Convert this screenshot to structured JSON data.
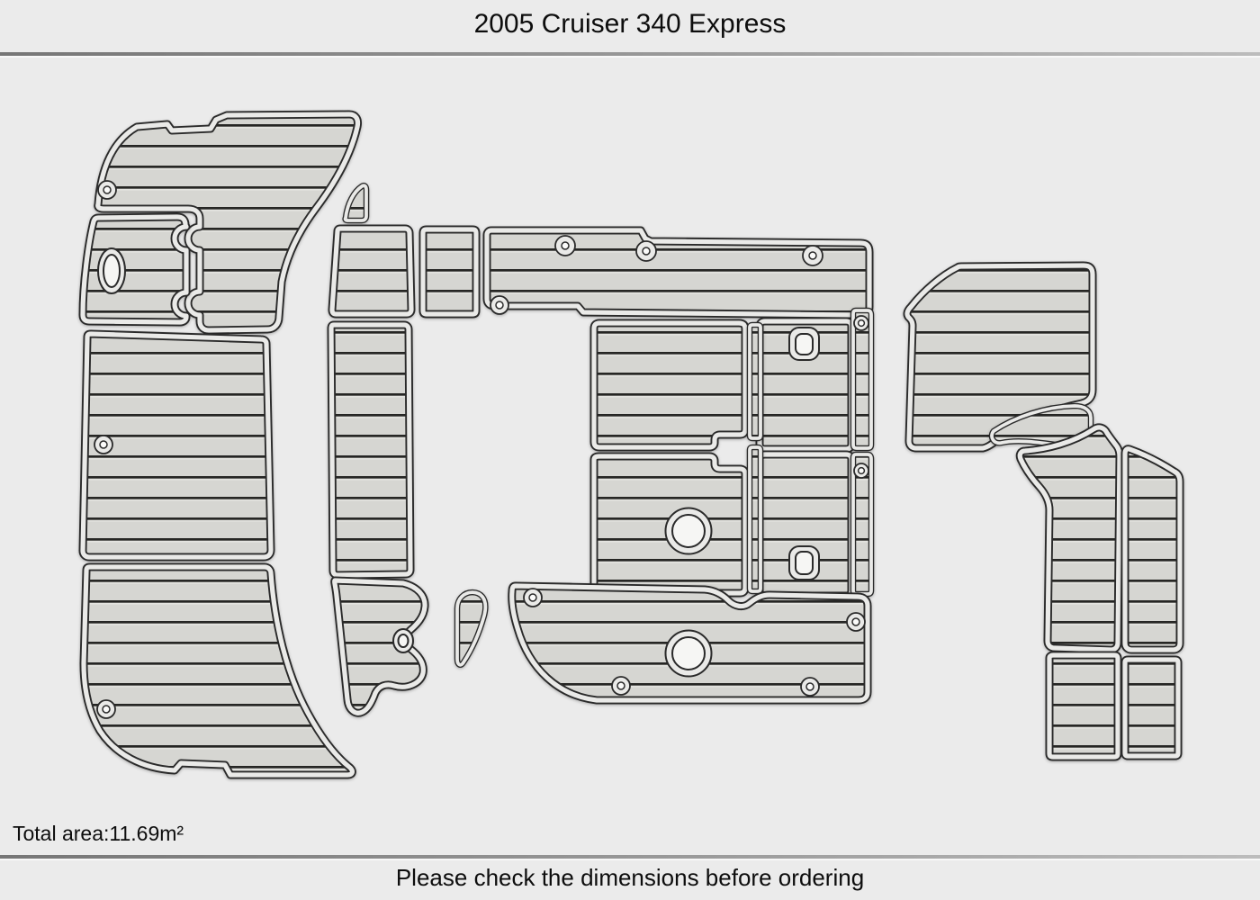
{
  "title": "2005 Cruiser 340 Express",
  "footer": {
    "total_area": "Total area:11.69m²",
    "note": "Please check the dimensions before ordering"
  },
  "colors": {
    "background": "#ebebeb",
    "plank_fill": "#d6d6d2",
    "plank_line": "#262624",
    "piece_outline": "#2a2a2a",
    "piece_margin": "#eaeae8"
  }
}
